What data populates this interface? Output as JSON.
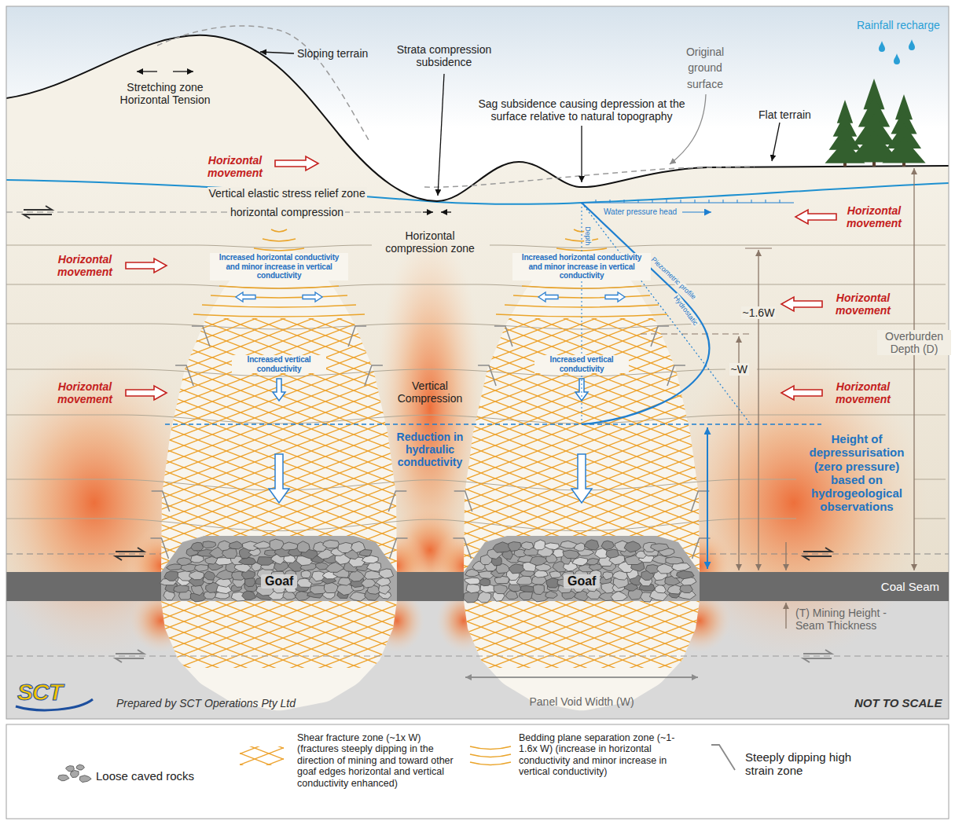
{
  "diagram": {
    "nodes": [
      {
        "text": [
          "Increased horizontal conductivity and minor increase in vertical conductivity",
          "Increased vertical conductivity"
        ]
      },
      {
        "text": [
          "Goaf"
        ],
        "in": 0
      },
      {
        "text": [
          "Increased horizontal conductivity and minor increase in vertical conductivity",
          "Increased vertical conductivity"
        ]
      },
      {
        "text": [
          "Goaf"
        ],
        "in": 2
      },
      {
        "text": [
          "Coal Seam"
        ]
      }
    ],
    "labels": [
      "Sloping terrain",
      "Stretching zone Horizontal Tension",
      "Strata compression subsidence",
      "Original ground surface",
      "Sag subsidence causing depression at the surface relative to natural topography",
      "Rainfall recharge",
      "Flat terrain",
      "Horizontal movement",
      "Vertical elastic stress relief zone",
      "horizontal compression",
      "Water pressure head",
      "Horizontal movement",
      "Depth",
      "Horizontal compression zone",
      "Horizontal movement",
      "Piezometric profile",
      "Hydrostatic",
      "Horizontal movement",
      "~1.6W",
      "Overburden Depth (D)",
      "~W",
      "Vertical Compression",
      "Horizontal movement",
      "Horizontal movement",
      "Reduction in hydraulic conductivity",
      "Height of depressurisation (zero pressure) based on hydrogeological observations",
      "(T) Mining Height - Seam Thickness",
      "Panel Void Width (W)",
      "SCT",
      "Prepared by SCT Operations Pty Ltd",
      "NOT TO SCALE"
    ],
    "legend": [
      {
        "text": "Loose caved rocks"
      },
      {
        "text": "Shear fracture zone (~1x W) (fractures steeply dipping in the direction of mining and toward other goaf edges horizontal and vertical conductivity enhanced)"
      },
      {
        "text": "Bedding plane separation zone (~1-1.6x W) (increase in horizontal conductivity and minor increase in vertical conductivity)"
      },
      {
        "text": "Steeply dipping high strain zone"
      }
    ]
  }
}
